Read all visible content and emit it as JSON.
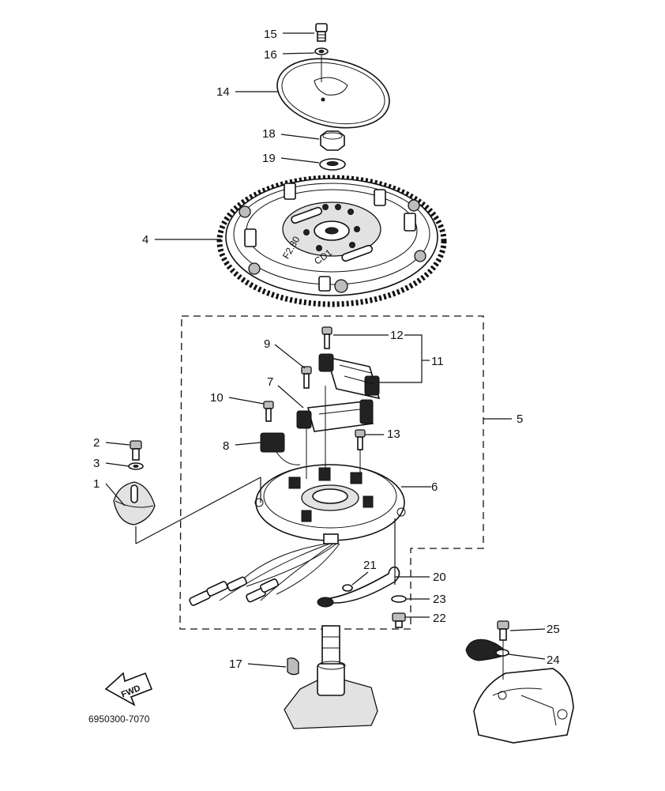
{
  "diagram": {
    "part_number": "6950300-7070",
    "forward_label": "FWD",
    "flywheel_marks": [
      "F2.80",
      "CD1"
    ],
    "callouts": [
      {
        "id": "c1",
        "label": "1"
      },
      {
        "id": "c2",
        "label": "2"
      },
      {
        "id": "c3",
        "label": "3"
      },
      {
        "id": "c4",
        "label": "4"
      },
      {
        "id": "c5",
        "label": "5"
      },
      {
        "id": "c6",
        "label": "6"
      },
      {
        "id": "c7",
        "label": "7"
      },
      {
        "id": "c8",
        "label": "8"
      },
      {
        "id": "c9",
        "label": "9"
      },
      {
        "id": "c10",
        "label": "10"
      },
      {
        "id": "c11",
        "label": "11"
      },
      {
        "id": "c12",
        "label": "12"
      },
      {
        "id": "c13",
        "label": "13"
      },
      {
        "id": "c14",
        "label": "14"
      },
      {
        "id": "c15",
        "label": "15"
      },
      {
        "id": "c16",
        "label": "16"
      },
      {
        "id": "c17",
        "label": "17"
      },
      {
        "id": "c18",
        "label": "18"
      },
      {
        "id": "c19",
        "label": "19"
      },
      {
        "id": "c20",
        "label": "20"
      },
      {
        "id": "c21",
        "label": "21"
      },
      {
        "id": "c22",
        "label": "22"
      },
      {
        "id": "c23",
        "label": "23"
      },
      {
        "id": "c24",
        "label": "24"
      },
      {
        "id": "c25",
        "label": "25"
      }
    ]
  }
}
